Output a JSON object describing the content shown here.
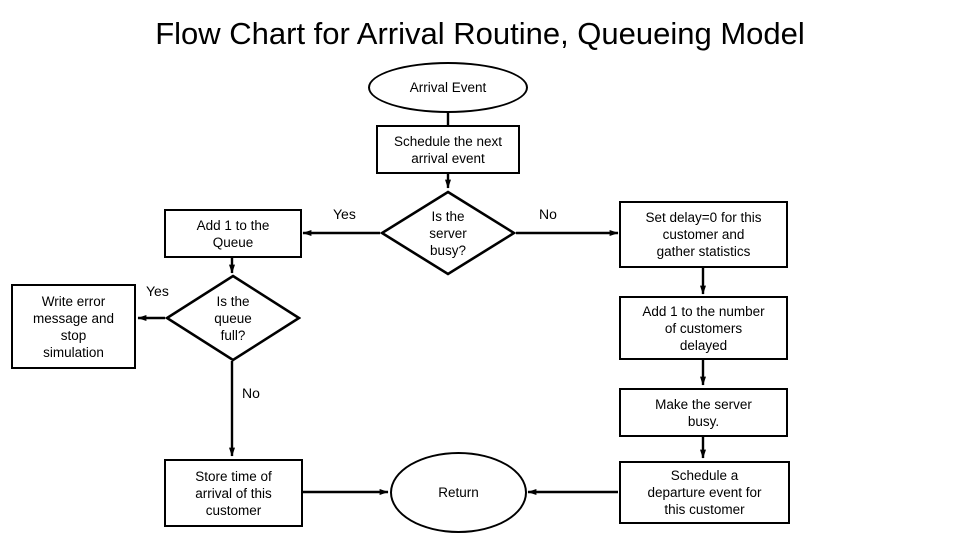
{
  "title": "Flow Chart for Arrival Routine, Queueing Model",
  "diagram": {
    "type": "flowchart",
    "nodes": {
      "arrival_event": {
        "label": "Arrival Event",
        "shape": "ellipse"
      },
      "schedule_next": {
        "label": "Schedule the next\narrival event",
        "shape": "rect"
      },
      "server_busy": {
        "label": "Is the\nserver\nbusy?",
        "shape": "diamond"
      },
      "add_queue": {
        "label": "Add 1 to the\nQueue",
        "shape": "rect"
      },
      "set_delay": {
        "label": "Set delay=0 for this\ncustomer and\ngather statistics",
        "shape": "rect"
      },
      "add_delayed": {
        "label": "Add 1 to the number\nof customers\ndelayed",
        "shape": "rect"
      },
      "make_busy": {
        "label": "Make the server\nbusy.",
        "shape": "rect"
      },
      "schedule_departure": {
        "label": "Schedule a\ndeparture event for\nthis customer",
        "shape": "rect"
      },
      "queue_full": {
        "label": "Is the\nqueue\nfull?",
        "shape": "diamond"
      },
      "write_error": {
        "label": "Write error\nmessage and\nstop\nsimulation",
        "shape": "rect"
      },
      "store_time": {
        "label": "Store time of\narrival of this\ncustomer",
        "shape": "rect"
      },
      "return_node": {
        "label": "Return",
        "shape": "ellipse"
      }
    },
    "edge_labels": {
      "server_busy_yes": "Yes",
      "server_busy_no": "No",
      "queue_full_yes": "Yes",
      "queue_full_no": "No"
    },
    "colors": {
      "stroke": "#000000",
      "fill": "#ffffff",
      "text": "#000000"
    }
  }
}
